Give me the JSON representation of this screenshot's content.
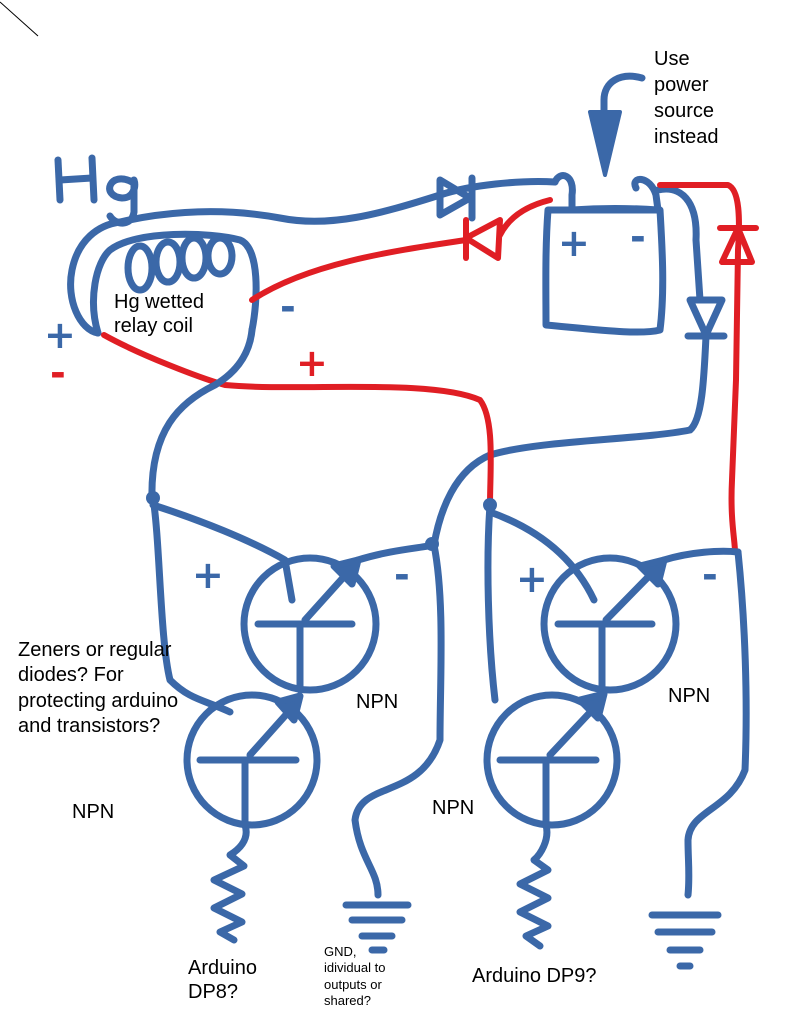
{
  "labels": {
    "hg_symbol": "Hg",
    "coil": "Hg wetted\nrelay coil",
    "power_note": "Use\npower\nsource\ninstead",
    "question": "Zeners or regular\ndiodes? For\nprotecting arduino\nand transistors?",
    "npn_1": "NPN",
    "npn_2": "NPN",
    "npn_3": "NPN",
    "npn_4": "NPN",
    "arduino_dp8": "Arduino\nDP8?",
    "arduino_dp9": "Arduino DP9?",
    "gnd_note": "GND,\nidividual to\noutputs or\nshared?"
  },
  "signs": {
    "coil_plus": "+",
    "coil_minus": "-",
    "coil_minus_right": "-",
    "red_plus": "+",
    "battery_plus": "+",
    "battery_minus": "-",
    "left_pair_plus": "+",
    "left_pair_minus": "-",
    "right_pair_plus": "+",
    "right_pair_minus": "-"
  },
  "colors": {
    "wire_blue": "#3b68a8",
    "wire_red": "#e01e24",
    "text": "#000000",
    "background": "#ffffff"
  }
}
